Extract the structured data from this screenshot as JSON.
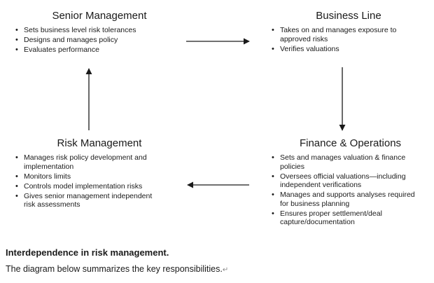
{
  "boxes": {
    "senior": {
      "title": "Senior Management",
      "items": [
        "Sets business level risk tolerances",
        "Designs and manages policy",
        "Evaluates performance"
      ]
    },
    "business": {
      "title": "Business Line",
      "items": [
        "Takes on and manages exposure to approved risks",
        "Verifies valuations"
      ]
    },
    "risk": {
      "title": "Risk Management",
      "items": [
        "Manages risk policy development and implementation",
        "Monitors limits",
        "Controls model implementation risks",
        "Gives senior management independent risk assessments"
      ]
    },
    "finance": {
      "title": "Finance & Operations",
      "items": [
        "Sets and manages valuation & finance policies",
        "Oversees official valuations—including independent verifications",
        "Manages and supports analyses required for business planning",
        "Ensures proper settlement/deal capture/documentation"
      ]
    }
  },
  "caption": {
    "heading": "Interdependence in risk management.",
    "text": "The diagram below summarizes the key responsibilities.",
    "return_mark": "↵"
  },
  "colors": {
    "text": "#1a1a1a",
    "arrow": "#1a1a1a"
  }
}
